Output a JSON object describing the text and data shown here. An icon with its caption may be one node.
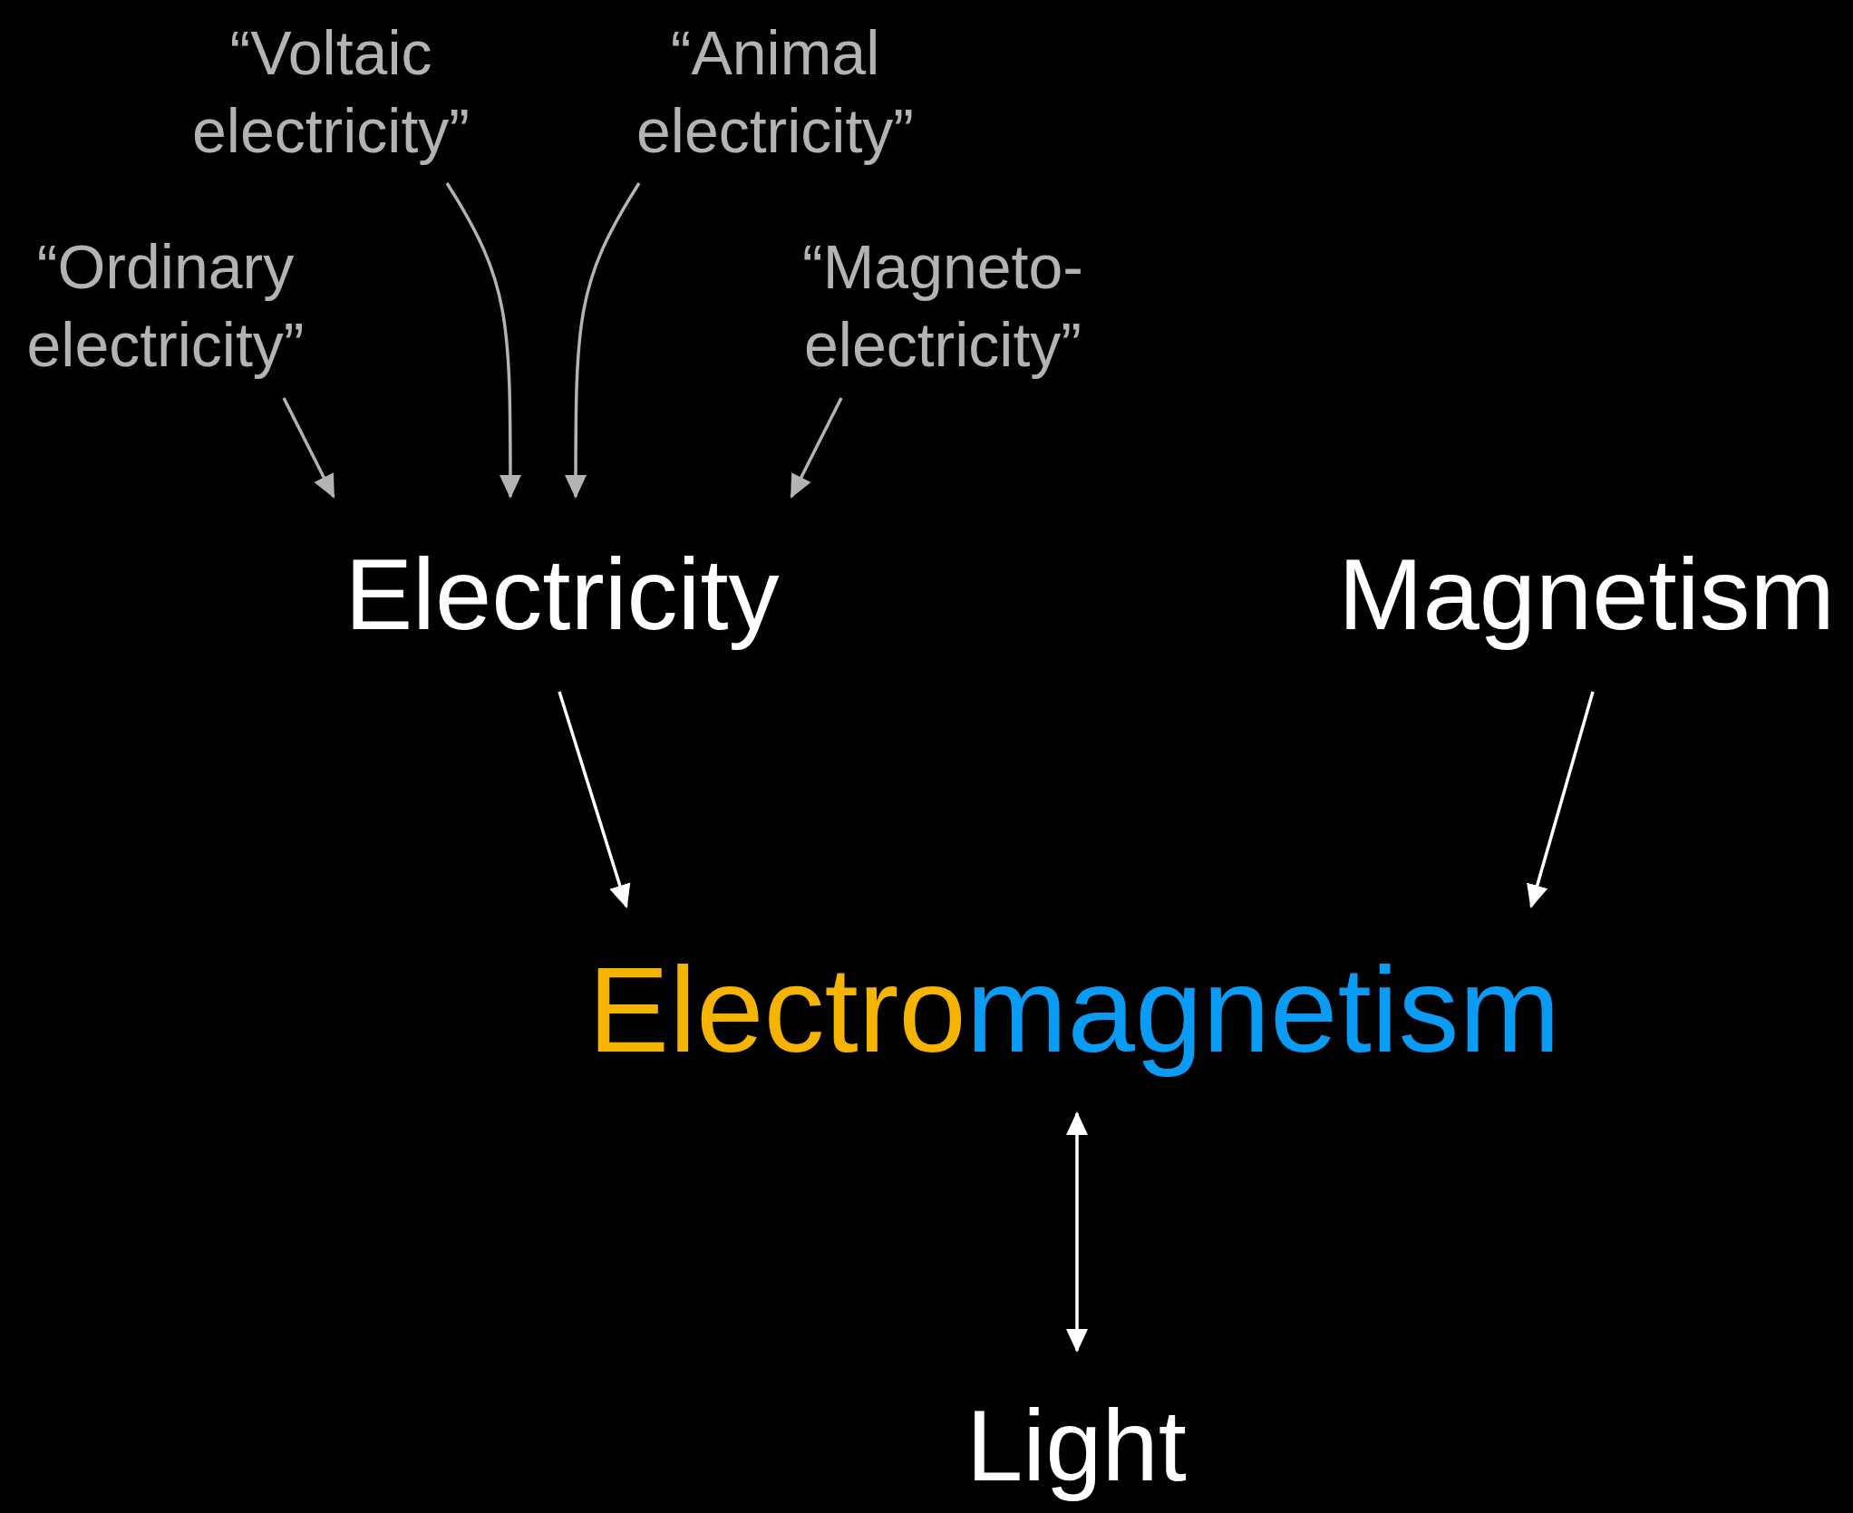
{
  "diagram": {
    "nodes": [
      {
        "text": [
          "“Ordinary electricity”"
        ]
      },
      {
        "text": [
          "“Voltaic electricity”"
        ]
      },
      {
        "text": [
          "“Animal electricity”"
        ]
      },
      {
        "text": [
          "“Magneto-electricity”"
        ]
      },
      {
        "text": [
          "Electricity"
        ]
      },
      {
        "text": [
          "Magnetism"
        ]
      },
      {
        "text": [
          "Electro",
          "magnetism"
        ]
      },
      {
        "text": [
          "Light"
        ]
      }
    ],
    "edges": [
      {
        "from": 0,
        "to": 4,
        "arrow": "to"
      },
      {
        "from": 1,
        "to": 4,
        "arrow": "to"
      },
      {
        "from": 2,
        "to": 4,
        "arrow": "to"
      },
      {
        "from": 3,
        "to": 4,
        "arrow": "to"
      },
      {
        "from": 4,
        "to": 6,
        "arrow": "to",
        "color": "#ffffff"
      },
      {
        "from": 5,
        "to": 6,
        "arrow": "to",
        "color": "#ffffff"
      },
      {
        "from": 6,
        "to": 7,
        "arrow": "both",
        "color": "#ffffff"
      }
    ]
  }
}
